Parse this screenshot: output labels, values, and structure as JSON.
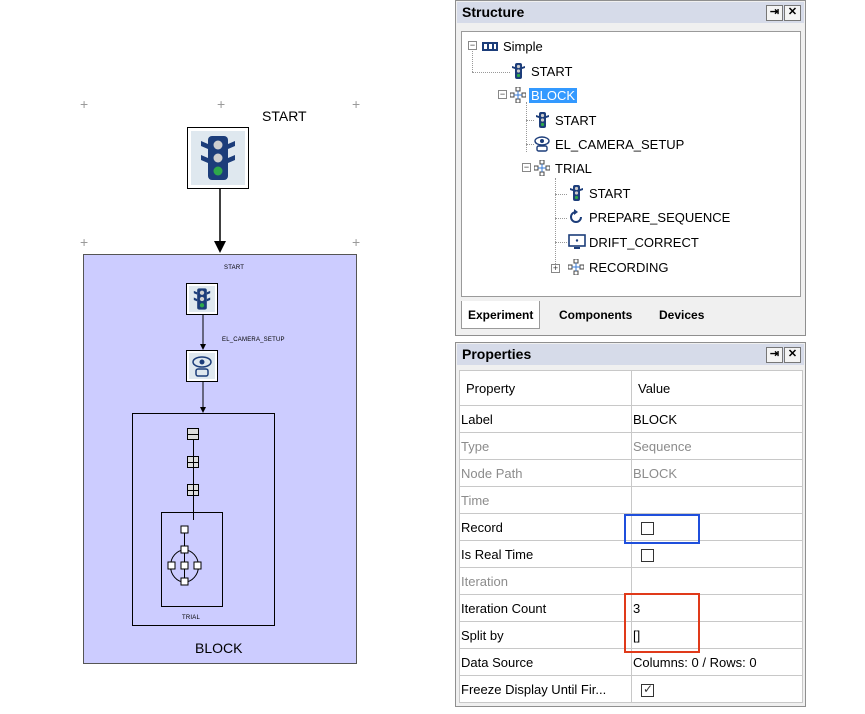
{
  "canvas": {
    "top_start_label": "START",
    "block_label": "BLOCK",
    "inner_start_label": "START",
    "camera_label": "EL_CAMERA_SETUP",
    "trial_label": "TRIAL"
  },
  "structure": {
    "title": "Structure",
    "buttons": {
      "pin": "⇥",
      "close": "✕"
    },
    "tree": [
      {
        "label": "Simple",
        "icon": "experiment-icon"
      },
      {
        "label": "START",
        "icon": "traffic-light-icon"
      },
      {
        "label": "BLOCK",
        "icon": "sequence-icon",
        "selected": true
      },
      {
        "label": "START",
        "icon": "traffic-light-icon"
      },
      {
        "label": "EL_CAMERA_SETUP",
        "icon": "eye-camera-icon"
      },
      {
        "label": "TRIAL",
        "icon": "sequence-icon"
      },
      {
        "label": "START",
        "icon": "traffic-light-icon"
      },
      {
        "label": "PREPARE_SEQUENCE",
        "icon": "refresh-icon"
      },
      {
        "label": "DRIFT_CORRECT",
        "icon": "monitor-icon"
      },
      {
        "label": "RECORDING",
        "icon": "sequence-icon"
      }
    ],
    "tabs": [
      "Experiment",
      "Components",
      "Devices"
    ],
    "active_tab": "Experiment"
  },
  "properties": {
    "title": "Properties",
    "header": {
      "property": "Property",
      "value": "Value"
    },
    "rows": [
      {
        "name": "Label",
        "value": "BLOCK",
        "disabled": false
      },
      {
        "name": "Type",
        "value": "Sequence",
        "disabled": true
      },
      {
        "name": "Node Path",
        "value": "BLOCK",
        "disabled": true
      },
      {
        "name": "Time",
        "value": "",
        "disabled": true
      },
      {
        "name": "Record",
        "checkbox": false,
        "disabled": false
      },
      {
        "name": "Is Real Time",
        "checkbox": false,
        "disabled": false
      },
      {
        "name": "Iteration",
        "value": "",
        "disabled": true
      },
      {
        "name": "Iteration Count",
        "value": "3",
        "disabled": false
      },
      {
        "name": "Split by",
        "value": "[]",
        "disabled": false
      },
      {
        "name": "Data Source",
        "value": "Columns: 0 / Rows: 0",
        "disabled": false
      },
      {
        "name": "Freeze Display Until Fir...",
        "checkbox": true,
        "disabled": false
      }
    ]
  },
  "colors": {
    "block_fill": "#ccccff",
    "selection": "#3399ff",
    "highlight_blue": "#1f4fdc",
    "highlight_red": "#e03a1a",
    "panel_title": "#d6dbe9"
  }
}
